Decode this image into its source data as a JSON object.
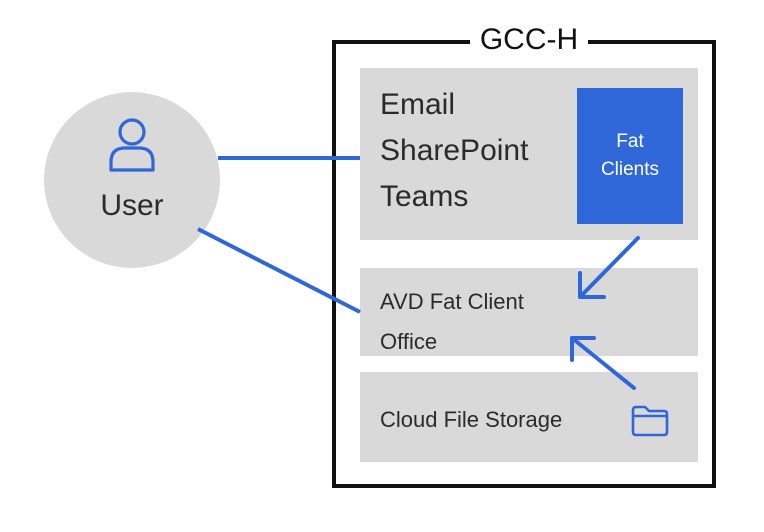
{
  "container": {
    "title": "GCC-H"
  },
  "user": {
    "label": "User",
    "icon": "user-icon"
  },
  "top_panel": {
    "apps": [
      "Email",
      "SharePoint",
      "Teams"
    ],
    "fat_clients": {
      "line1": "Fat",
      "line2": "Clients"
    }
  },
  "middle_panel": {
    "line1": "AVD Fat Client",
    "line2": "Office"
  },
  "bottom_panel": {
    "label": "Cloud File Storage",
    "icon": "folder-icon"
  },
  "colors": {
    "accent": "#2f67d8",
    "panel": "#d9d9d9",
    "border": "#111111",
    "text": "#2b2b2b"
  }
}
